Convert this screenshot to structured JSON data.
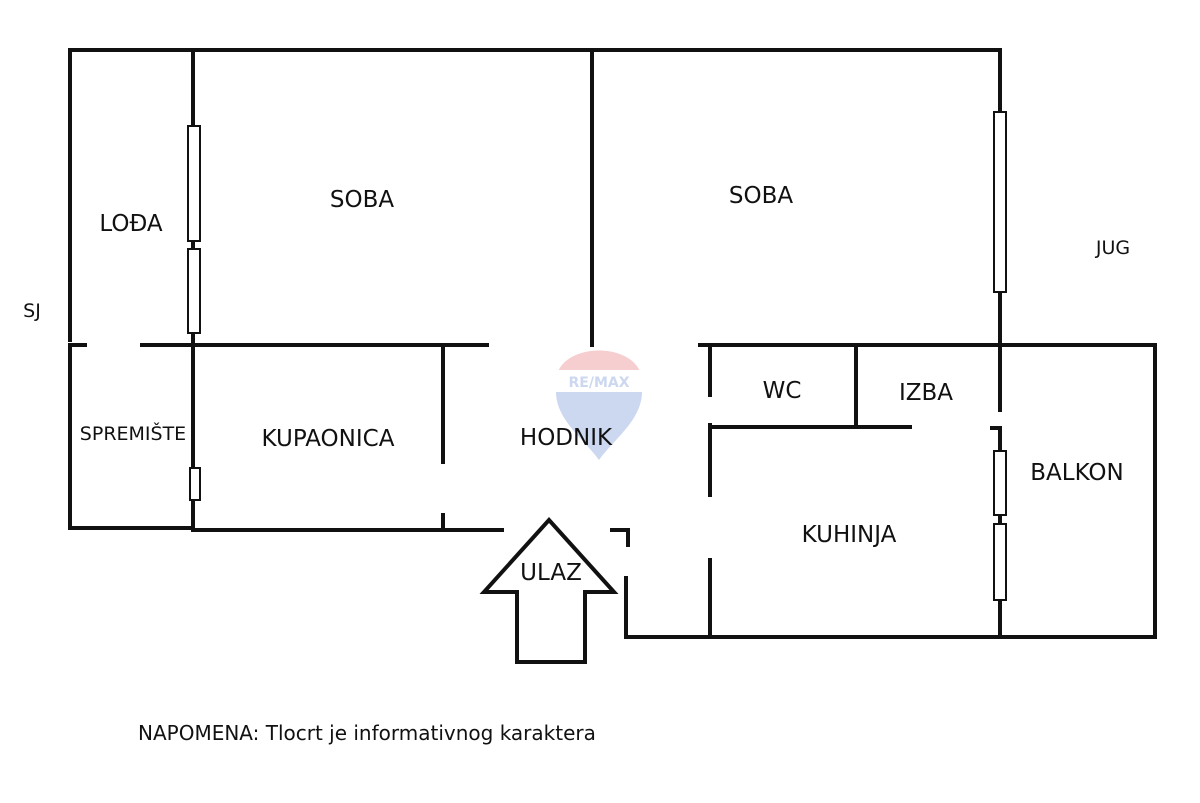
{
  "rooms": {
    "loda": "LOĐA",
    "soba_left": "SOBA",
    "soba_right": "SOBA",
    "spremiste": "SPREMIŠTE",
    "kupaonica": "KUPAONICA",
    "hodnik": "HODNIK",
    "wc": "WC",
    "izba": "IZBA",
    "kuhinja": "KUHINJA",
    "balkon": "BALKON"
  },
  "entrance": "ULAZ",
  "compass": {
    "west": "SJ",
    "south": "JUG"
  },
  "logo": {
    "text": "RE/MAX"
  },
  "note": "NAPOMENA: Tlocrt je informativnog karaktera"
}
